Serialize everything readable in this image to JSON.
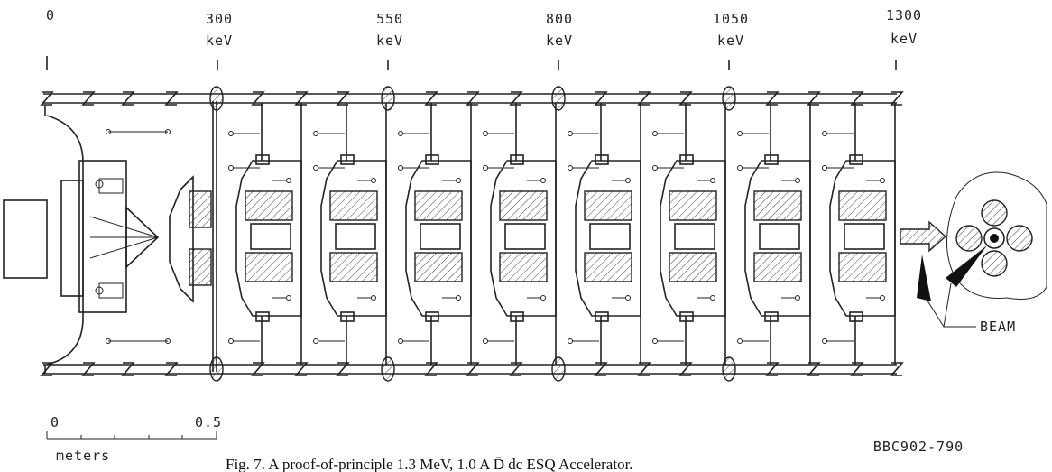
{
  "energy_labels": [
    {
      "value": "0",
      "unit": ""
    },
    {
      "value": "300",
      "unit": "keV"
    },
    {
      "value": "550",
      "unit": "keV"
    },
    {
      "value": "800",
      "unit": "keV"
    },
    {
      "value": "1050",
      "unit": "keV"
    },
    {
      "value": "1300",
      "unit": "keV"
    }
  ],
  "scale_bar": {
    "start": "0",
    "end": "0.5",
    "unit": "meters"
  },
  "beam_label": "BEAM",
  "figure_id": "BBC902-790",
  "caption": "Fig. 7. A proof-of-principle 1.3 MeV, 1.0 A D̄ dc ESQ Accelerator."
}
